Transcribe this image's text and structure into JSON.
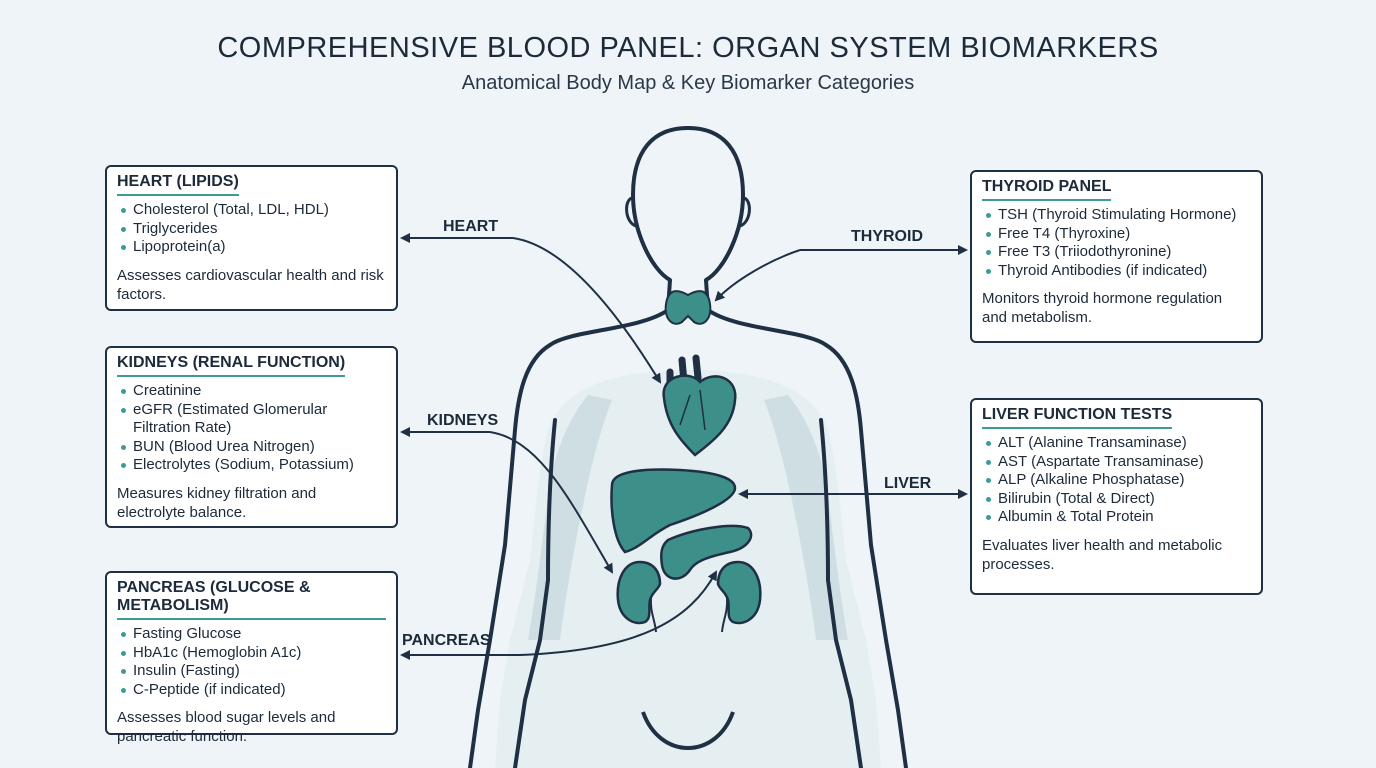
{
  "title": "COMPREHENSIVE BLOOD PANEL: ORGAN SYSTEM BIOMARKERS",
  "subtitle": "Anatomical Body Map & Key Biomarker Categories",
  "colors": {
    "organ_fill": "#3d8f8a",
    "outline": "#1f2f44",
    "accent": "#3d9a96",
    "body_shading": "#c9dadf"
  },
  "organ_labels": {
    "heart": "HEART",
    "kidneys": "KIDNEYS",
    "pancreas": "PANCREAS",
    "thyroid": "THYROID",
    "liver": "LIVER"
  },
  "panels": {
    "heart": {
      "title": "HEART (LIPIDS)",
      "items": [
        "Cholesterol (Total, LDL, HDL)",
        "Triglycerides",
        "Lipoprotein(a)"
      ],
      "description": "Assesses cardiovascular health and risk factors."
    },
    "kidneys": {
      "title": "KIDNEYS (RENAL FUNCTION)",
      "items": [
        "Creatinine",
        "eGFR (Estimated Glomerular Filtration Rate)",
        "BUN (Blood Urea Nitrogen)",
        "Electrolytes (Sodium, Potassium)"
      ],
      "description": "Measures kidney filtration and electrolyte balance."
    },
    "pancreas": {
      "title": "PANCREAS (GLUCOSE & METABOLISM)",
      "items": [
        "Fasting Glucose",
        "HbA1c (Hemoglobin A1c)",
        "Insulin (Fasting)",
        "C-Peptide (if indicated)"
      ],
      "description": "Assesses blood sugar levels and pancreatic function."
    },
    "thyroid": {
      "title": "THYROID PANEL",
      "items": [
        "TSH (Thyroid Stimulating Hormone)",
        "Free T4 (Thyroxine)",
        "Free T3 (Triiodothyronine)",
        "Thyroid Antibodies (if indicated)"
      ],
      "description": "Monitors thyroid hormone regulation and metabolism."
    },
    "liver": {
      "title": "LIVER FUNCTION TESTS",
      "items": [
        "ALT (Alanine Transaminase)",
        "AST (Aspartate Transaminase)",
        "ALP (Alkaline Phosphatase)",
        "Bilirubin (Total & Direct)",
        "Albumin & Total Protein"
      ],
      "description": "Evaluates liver health and metabolic processes."
    }
  }
}
